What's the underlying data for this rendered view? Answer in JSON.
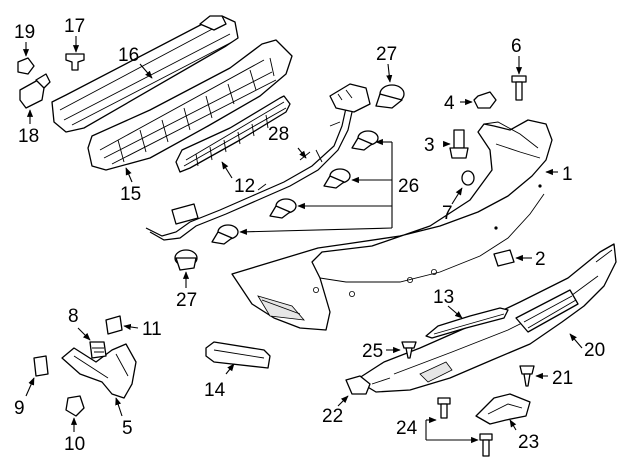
{
  "callouts": [
    {
      "id": "c1",
      "label": "1"
    },
    {
      "id": "c2",
      "label": "2"
    },
    {
      "id": "c3",
      "label": "3"
    },
    {
      "id": "c4",
      "label": "4"
    },
    {
      "id": "c5",
      "label": "5"
    },
    {
      "id": "c6",
      "label": "6"
    },
    {
      "id": "c7",
      "label": "7"
    },
    {
      "id": "c8",
      "label": "8"
    },
    {
      "id": "c9",
      "label": "9"
    },
    {
      "id": "c10",
      "label": "10"
    },
    {
      "id": "c11",
      "label": "11"
    },
    {
      "id": "c12",
      "label": "12"
    },
    {
      "id": "c13",
      "label": "13"
    },
    {
      "id": "c14",
      "label": "14"
    },
    {
      "id": "c15",
      "label": "15"
    },
    {
      "id": "c16",
      "label": "16"
    },
    {
      "id": "c17",
      "label": "17"
    },
    {
      "id": "c18",
      "label": "18"
    },
    {
      "id": "c19",
      "label": "19"
    },
    {
      "id": "c20",
      "label": "20"
    },
    {
      "id": "c21",
      "label": "21"
    },
    {
      "id": "c22",
      "label": "22"
    },
    {
      "id": "c23",
      "label": "23"
    },
    {
      "id": "c24",
      "label": "24"
    },
    {
      "id": "c25",
      "label": "25"
    },
    {
      "id": "c26",
      "label": "26"
    },
    {
      "id": "c27a",
      "label": "27"
    },
    {
      "id": "c27b",
      "label": "27"
    },
    {
      "id": "c28",
      "label": "28"
    }
  ]
}
